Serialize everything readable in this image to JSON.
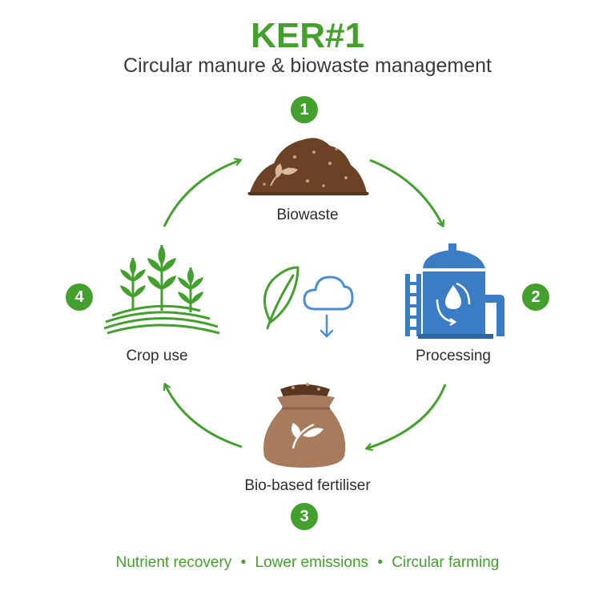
{
  "header": {
    "title": "KER#1",
    "subtitle": "Circular manure & biowaste management"
  },
  "steps": [
    {
      "number": "1",
      "label": "Biowaste",
      "icon": "soil-pile-icon"
    },
    {
      "number": "2",
      "label": "Processing",
      "icon": "digester-tank-icon"
    },
    {
      "number": "3",
      "label": "Bio-based fertiliser",
      "icon": "fertiliser-bag-icon"
    },
    {
      "number": "4",
      "label": "Crop use",
      "icon": "crop-field-icon"
    }
  ],
  "center_icons": [
    "leaf-icon",
    "cloud-download-icon"
  ],
  "footer": {
    "items": [
      "Nutrient recovery",
      "Lower emissions",
      "Circular farming"
    ],
    "separator": "•"
  },
  "colors": {
    "accent_green": "#43a02c",
    "soil_brown": "#6b4226",
    "bag_brown": "#a77b5c",
    "tank_blue": "#3a7dc4",
    "cloud_blue": "#4a8fd4"
  }
}
